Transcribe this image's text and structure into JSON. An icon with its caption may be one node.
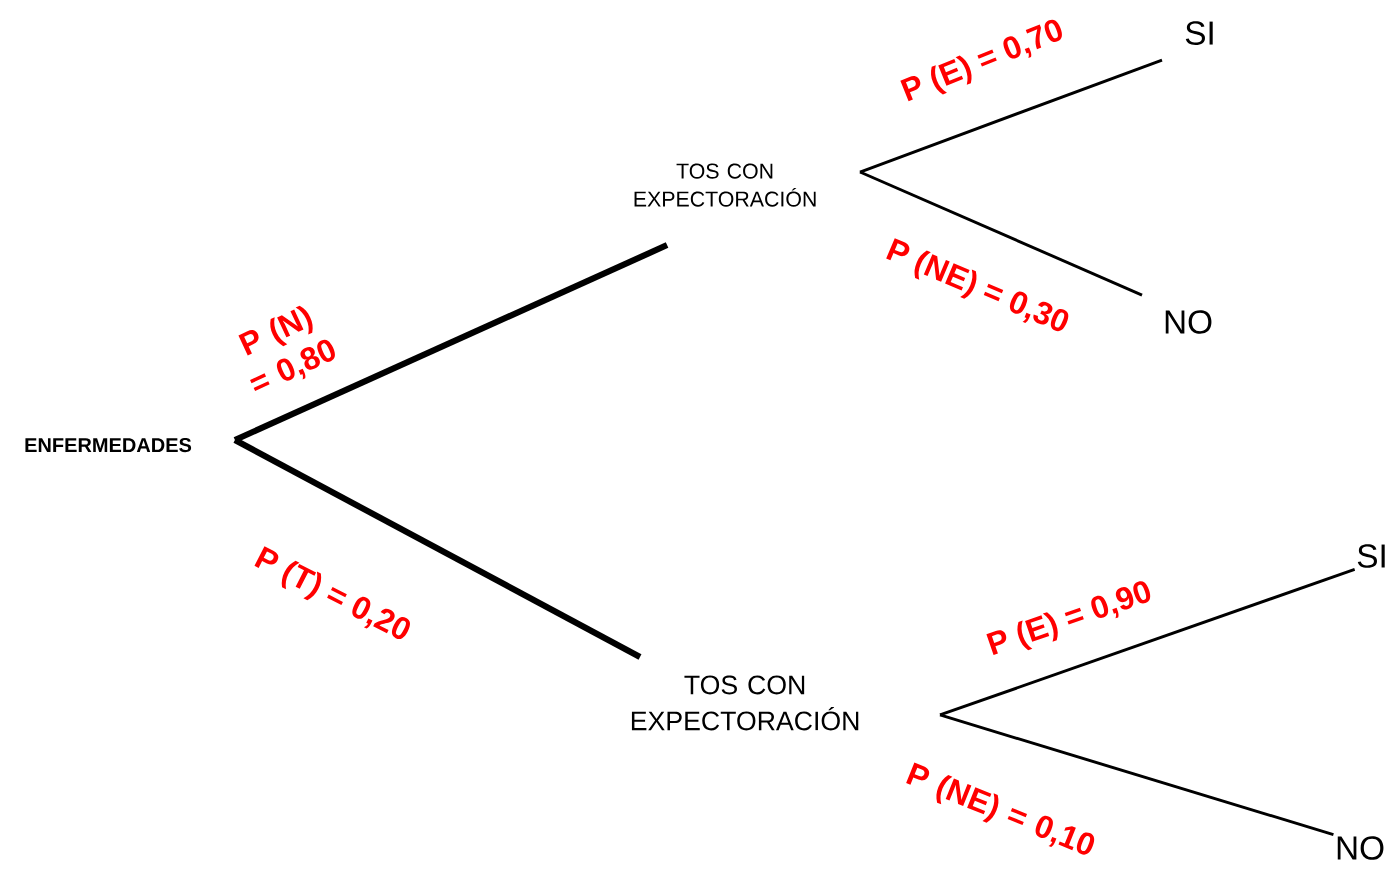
{
  "diagram": {
    "nodes": [
      {
        "text": [
          "ENFERMEDADES"
        ]
      },
      {
        "text": [
          "TOS CON EXPECTORACIÓN"
        ]
      },
      {
        "text": [
          "TOS CON EXPECTORACIÓN"
        ]
      },
      {
        "text": [
          "SI"
        ]
      },
      {
        "text": [
          "NO"
        ]
      },
      {
        "text": [
          "SI"
        ]
      },
      {
        "text": [
          "NO"
        ]
      }
    ],
    "edges": [
      {
        "from": 0,
        "to": 1,
        "arrow": "none",
        "label": "P (N) = 0,80",
        "style": "thick"
      },
      {
        "from": 0,
        "to": 2,
        "arrow": "none",
        "label": "P (T) = 0,20",
        "style": "thick"
      },
      {
        "from": 1,
        "to": 3,
        "arrow": "none",
        "label": "P (E) = 0,70"
      },
      {
        "from": 1,
        "to": 4,
        "arrow": "none",
        "label": "P (NE) = 0,30"
      },
      {
        "from": 2,
        "to": 5,
        "arrow": "none",
        "label": "P (E) = 0,90"
      },
      {
        "from": 2,
        "to": 6,
        "arrow": "none",
        "label": "P (NE) = 0,10"
      }
    ]
  }
}
